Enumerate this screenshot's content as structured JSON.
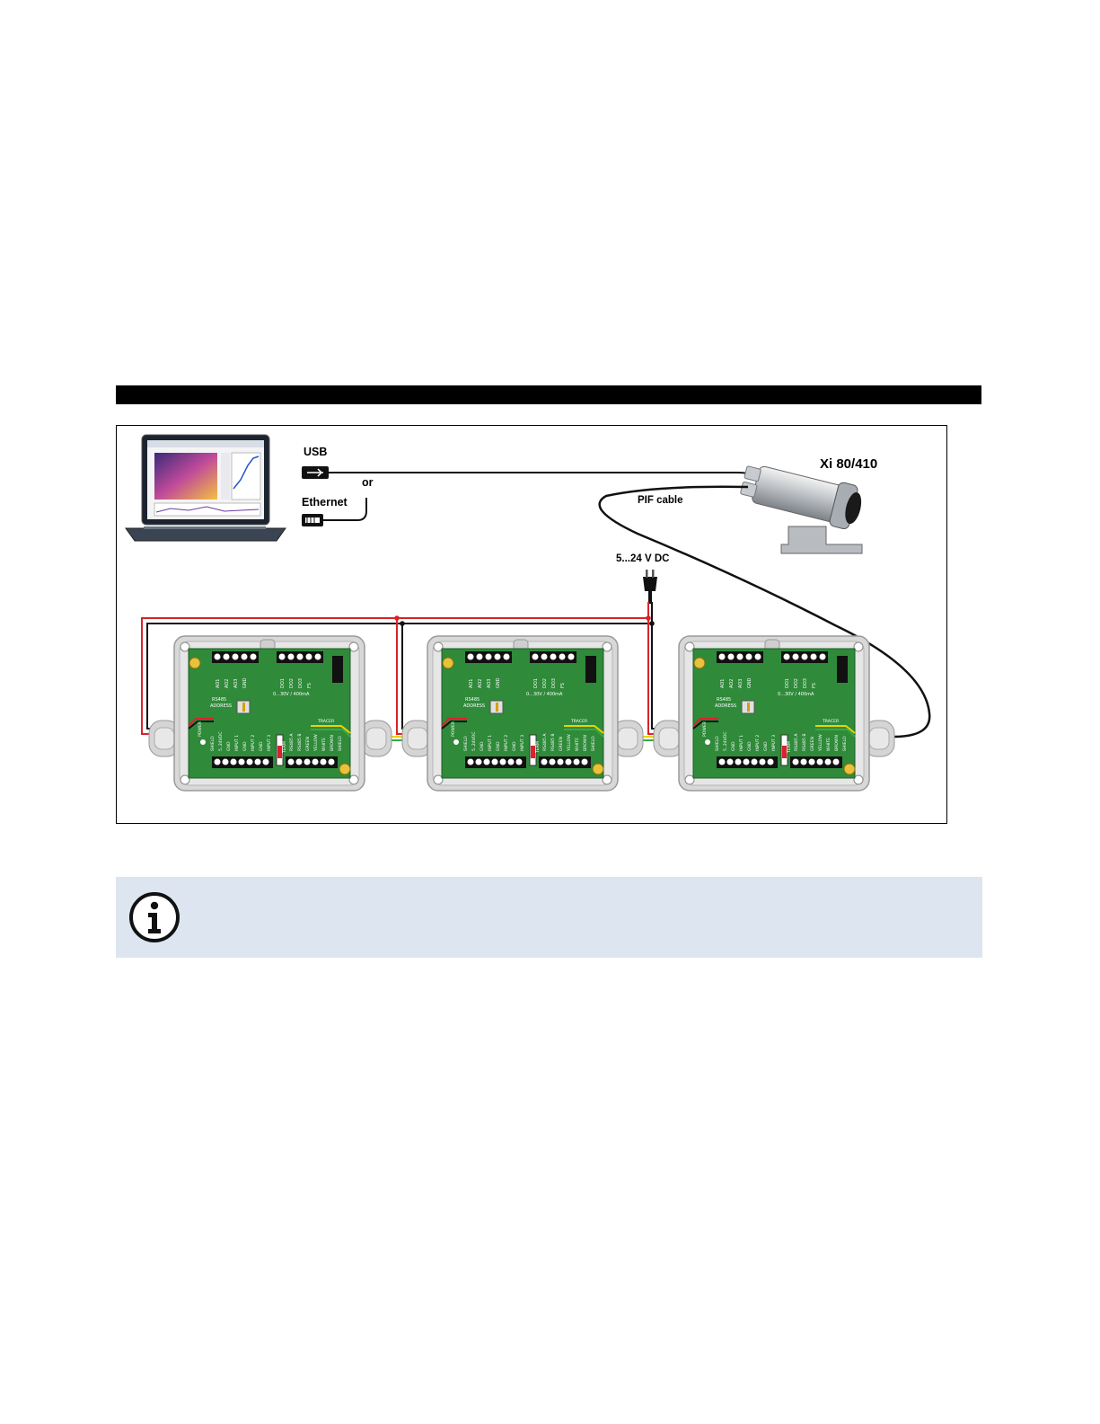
{
  "diagram": {
    "camera_label": "Xi 80/410",
    "usb_label": "USB",
    "ethernet_label": "Ethernet",
    "or_label": "or",
    "pif_label": "PIF cable",
    "power_label": "5...24 V DC"
  },
  "board": {
    "top_left_pins": [
      "AO1",
      "AO2",
      "AO3",
      "GND"
    ],
    "top_right_pins": [
      "DO1",
      "DO2",
      "DO3",
      "FS"
    ],
    "rating": "0...30V / 400mA",
    "address_label_1": "RS485",
    "address_label_2": "ADDRESS",
    "bottom_left_pins": [
      "SHIELD",
      "5..24VDC",
      "GND",
      "INPUT 1",
      "GND",
      "INPUT 2",
      "GND",
      "INPUT 3"
    ],
    "bottom_right_pins": [
      "RS485 A",
      "RS485 B",
      "GREEN",
      "YELLOW",
      "WHITE",
      "BROWN",
      "SHIELD"
    ],
    "power_led": "POWER",
    "term_label": "TERM",
    "cable_label": "TRACER"
  },
  "colors": {
    "board_green": "#2f8a3a",
    "enclosure_gray": "#d8d8d8",
    "power_wire": "#d8232a",
    "ground_wire": "#111111",
    "data_yellow": "#e8d400",
    "data_green": "#3aa845",
    "info_background": "#dce5f0"
  },
  "info_box": {
    "icon": "info-circle-icon"
  }
}
